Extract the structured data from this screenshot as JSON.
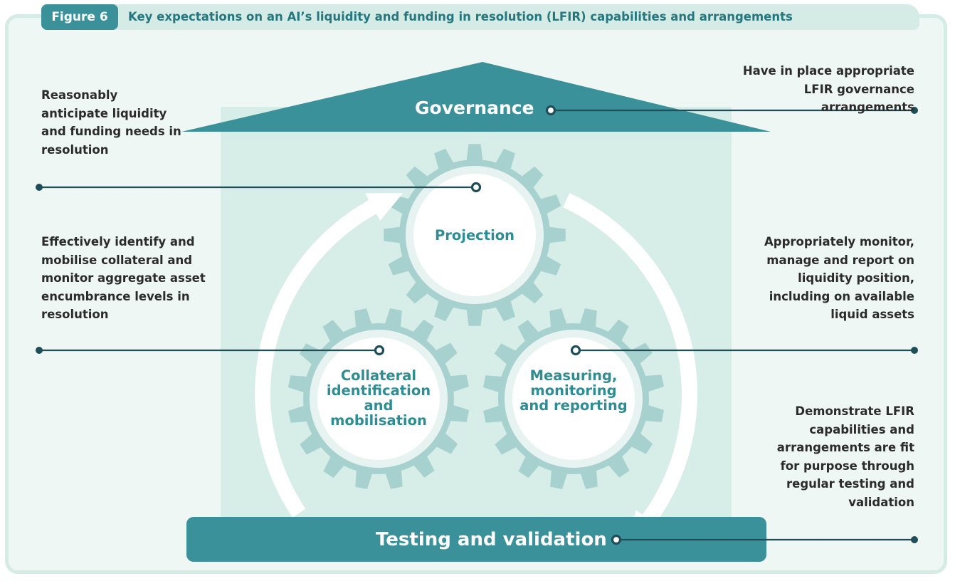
{
  "figure": {
    "tag": "Figure 6",
    "title": "Key expectations on an AI’s liquidity and funding in resolution (LFIR) capabilities and arrangements"
  },
  "roof_label": "Governance",
  "base_label": "Testing and validation",
  "gears": {
    "top": "Projection",
    "left": "Collateral identification and mobilisation",
    "right": "Measuring, monitoring and reporting"
  },
  "callouts": {
    "governance": "Have in place appropriate LFIR governance arrangements",
    "projection": "Reasonably anticipate liquidity and funding needs in resolution",
    "collateral": "Effectively identify and mobilise collateral and monitor aggregate asset encumbrance levels in resolution",
    "measuring": "Appropriately monitor, manage and report on liquidity position, including on available liquid assets",
    "testing": "Demonstrate LFIR capabilities and arrangements are fit for purpose through regular testing and validation"
  },
  "colors": {
    "frame": "#d5ebe6",
    "background": "#eff7f5",
    "teal": "#3a9199",
    "house_body": "#d6ede8",
    "gear": "#a7d1cf",
    "text_teal": "#2e8c93",
    "connector": "#1f4e58"
  }
}
